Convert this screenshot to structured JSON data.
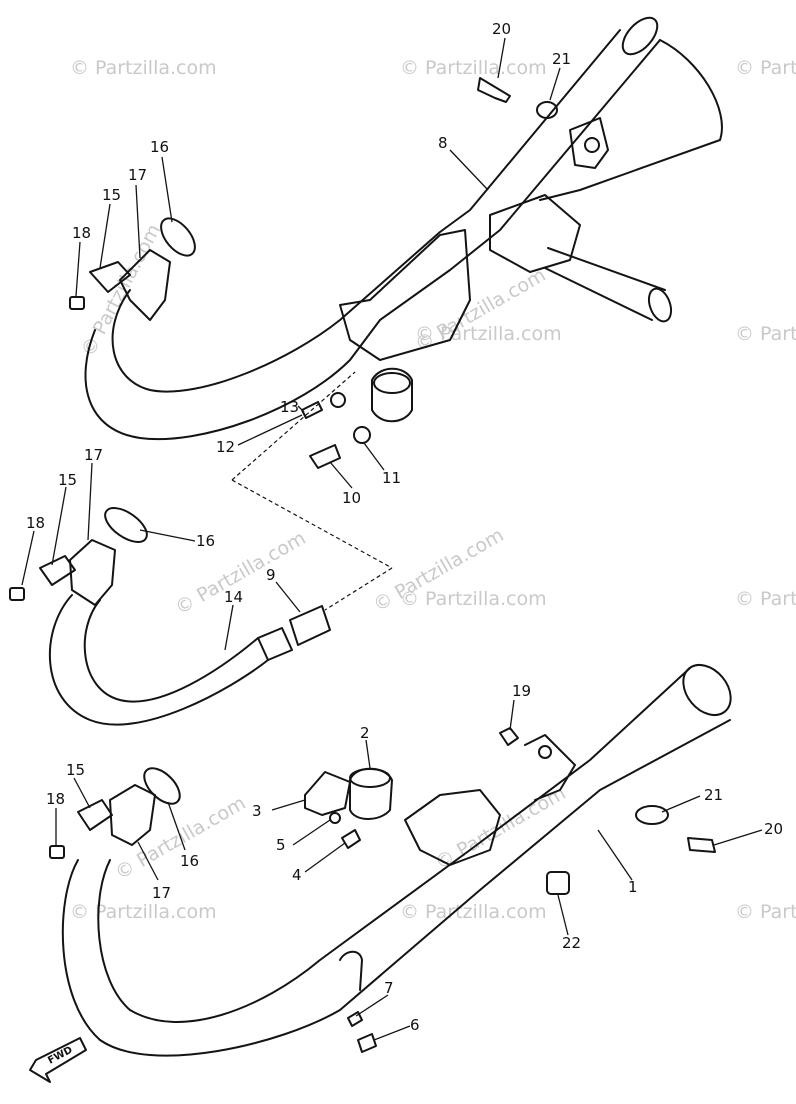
{
  "watermark": "© Partzilla.com",
  "direction_label": "FWD",
  "callouts": {
    "c1": "1",
    "c2": "2",
    "c3": "3",
    "c4": "4",
    "c5": "5",
    "c6": "6",
    "c7": "7",
    "c8": "8",
    "c9": "9",
    "c10": "10",
    "c11": "11",
    "c12": "12",
    "c13": "13",
    "c14": "14",
    "c15a": "15",
    "c15b": "15",
    "c15c": "15",
    "c16a": "16",
    "c16b": "16",
    "c16c": "16",
    "c17a": "17",
    "c17b": "17",
    "c17c": "17",
    "c18a": "18",
    "c18b": "18",
    "c18c": "18",
    "c19": "19",
    "c20a": "20",
    "c20b": "20",
    "c21a": "21",
    "c21b": "21",
    "c22": "22"
  }
}
